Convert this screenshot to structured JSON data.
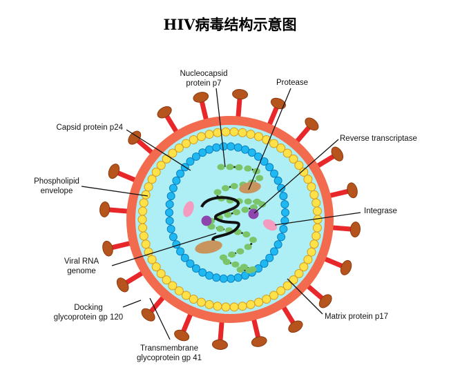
{
  "title": "HIV病毒结构示意图",
  "labels": {
    "nucleocapsid": [
      "Nucleocapsid",
      "protein p7"
    ],
    "protease": "Protease",
    "capsid": "Capsid protein p24",
    "reverse_transcriptase": "Reverse transcriptase",
    "phospholipid": [
      "Phospholipid",
      "envelope"
    ],
    "integrase": "Integrase",
    "viral_rna": [
      "Viral RNA",
      "genome"
    ],
    "docking": [
      "Docking",
      "glycoprotein gp 120"
    ],
    "matrix": "Matrix protein p17",
    "transmembrane": [
      "Transmembrane",
      "glycoprotein gp 41"
    ]
  },
  "colors": {
    "envelope": "#f26b4f",
    "spike_stem": "#e8272a",
    "spike_head": "#b5541c",
    "interior": "#aeeef5",
    "matrix_bead": "#ffe24a",
    "capsid_bead": "#1fb8f0",
    "rna_bead": "#7cc46a",
    "rna": "#111111",
    "enzyme_brown": "#c8955e",
    "enzyme_pink": "#f39cc0",
    "enzyme_purple": "#8e44ad"
  }
}
